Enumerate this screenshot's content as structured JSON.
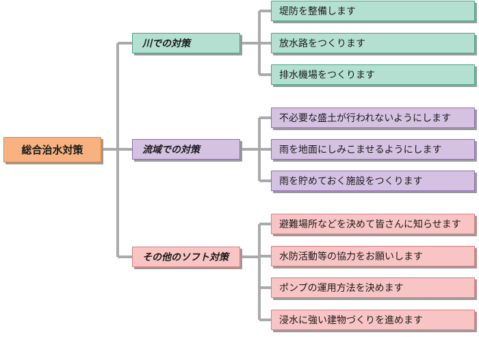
{
  "colors": {
    "root_fill": "#f7b27f",
    "root_border": "#e8842c",
    "river_fill": "#b3e0d1",
    "river_border": "#41a683",
    "basin_fill": "#d5c2e3",
    "basin_border": "#8b6bb0",
    "soft_fill": "#f9c4c4",
    "soft_border": "#e07a7a",
    "connector": "#aaaaaa"
  },
  "root": {
    "label": "総合治水対策"
  },
  "categories": [
    {
      "label": "川での対策",
      "items": [
        "堤防を整備します",
        "放水路をつくります",
        "排水機場をつくります"
      ]
    },
    {
      "label": "流域での対策",
      "items": [
        "不必要な盛土が行われないようにします",
        "雨を地面にしみこませるようにします",
        "雨を貯めておく施設をつくります"
      ]
    },
    {
      "label": "その他のソフト対策",
      "items": [
        "避難場所などを決めて皆さんに知らせます",
        "水防活動等の協力をお願いします",
        "ポンプの運用方法を決めます",
        "浸水に強い建物づくりを進めます"
      ]
    }
  ]
}
